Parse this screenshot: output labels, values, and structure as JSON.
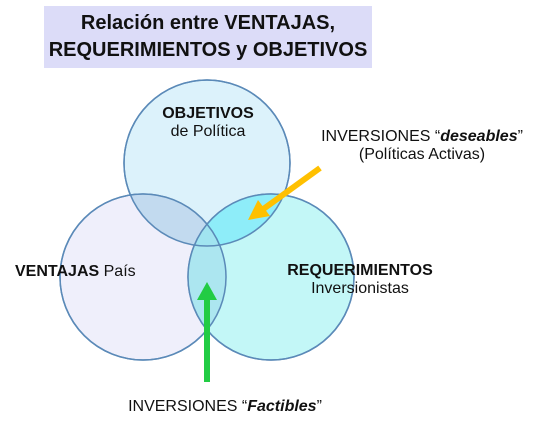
{
  "title": {
    "line1": "Relación entre VENTAJAS,",
    "line2": "REQUERIMIENTOS y OBJETIVOS"
  },
  "circles": {
    "objetivos": {
      "bold": "OBJETIVOS",
      "rest": "de Política",
      "color": "#dcf2fb"
    },
    "ventajas": {
      "bold": "VENTAJAS",
      "rest": "País",
      "color": "#ececfa"
    },
    "requerimientos": {
      "bold": "REQUERIMIENTOS",
      "rest": "Inversionistas",
      "color": "#b8f6f6"
    }
  },
  "annotations": {
    "deseables": {
      "prefix": "INVERSIONES “",
      "emph": "deseables",
      "suffix": "”",
      "line2": "(Políticas Activas)",
      "arrow_color": "#ffc000"
    },
    "factibles": {
      "prefix": "INVERSIONES “",
      "emph": "Factibles",
      "suffix": "”",
      "arrow_color": "#22cc44"
    }
  }
}
